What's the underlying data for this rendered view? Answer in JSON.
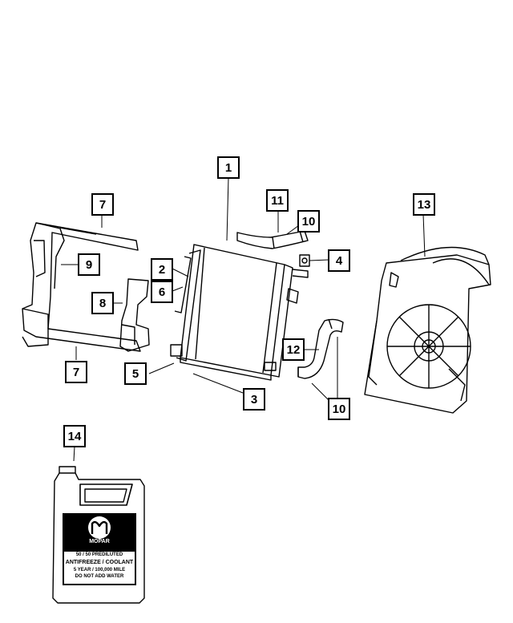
{
  "callouts": {
    "c1": "1",
    "c2": "2",
    "c3": "3",
    "c4": "4",
    "c5": "5",
    "c6": "6",
    "c7a": "7",
    "c7b": "7",
    "c8": "8",
    "c9": "9",
    "c10a": "10",
    "c10b": "10",
    "c11": "11",
    "c12": "12",
    "c13": "13",
    "c14": "14"
  },
  "coolant_label": {
    "brand": "MOPAR",
    "line1": "50 / 50 PREDILUTED",
    "line2": "ANTIFREEZE / COOLANT",
    "line3": "5 YEAR / 100,000 MILE",
    "line4": "DO NOT ADD WATER"
  }
}
